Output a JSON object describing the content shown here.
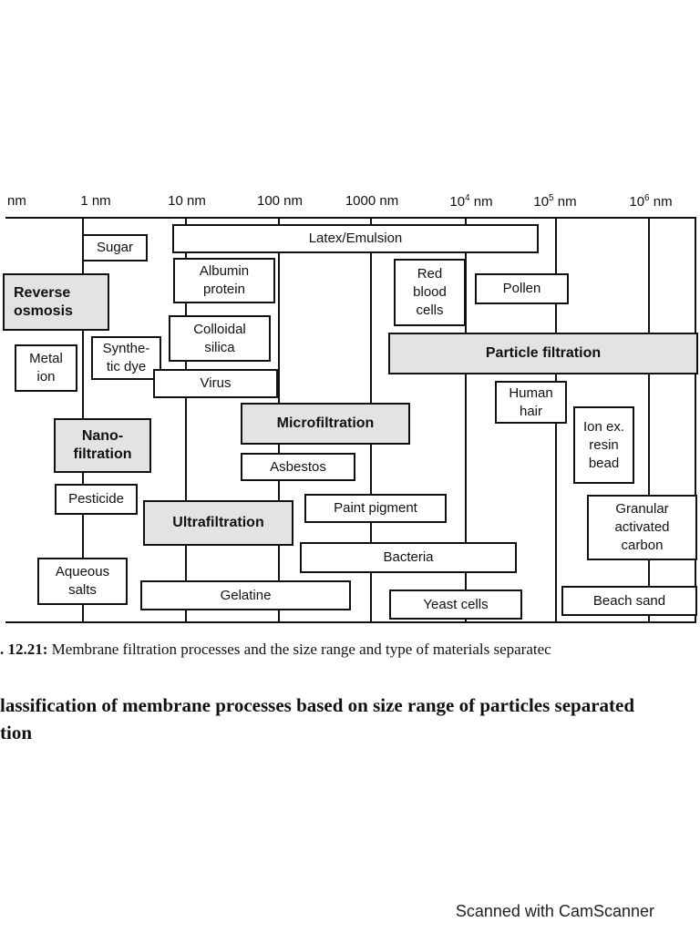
{
  "scale": {
    "labels": [
      "nm",
      "1 nm",
      "10 nm",
      "100 nm",
      "1000 nm"
    ],
    "exp_labels": [
      {
        "base": "10",
        "exp": "4",
        "unit": "nm"
      },
      {
        "base": "10",
        "exp": "5",
        "unit": "nm"
      },
      {
        "base": "10",
        "exp": "6",
        "unit": "nm"
      }
    ]
  },
  "processes": {
    "reverse_osmosis": "Reverse\nosmosis",
    "nanofiltration": "Nano-\nfiltration",
    "ultrafiltration": "Ultrafiltration",
    "microfiltration": "Microfiltration",
    "particle_filtration": "Particle filtration"
  },
  "materials": {
    "sugar": "Sugar",
    "latex": "Latex/Emulsion",
    "albumin": "Albumin\nprotein",
    "red_blood": "Red\nblood\ncells",
    "pollen": "Pollen",
    "colloidal_silica": "Colloidal\nsilica",
    "metal_ion": "Metal\nion",
    "synthetic_dye": "Synthe-\ntic dye",
    "virus": "Virus",
    "human_hair": "Human\nhair",
    "ion_exchange": "Ion ex.\nresin\nbead",
    "asbestos": "Asbestos",
    "pesticide": "Pesticide",
    "paint_pigment": "Paint pigment",
    "granular_carbon": "Granular\nactivated\ncarbon",
    "bacteria": "Bacteria",
    "aqueous_salts": "Aqueous\nsalts",
    "gelatine": "Gelatine",
    "yeast": "Yeast cells",
    "beach_sand": "Beach sand"
  },
  "captions": {
    "figure_number": ". 12.21:",
    "figure_text": " Membrane filtration processes and the size range and type of materials separatec",
    "heading_line1": "lassification of membrane processes based on size range of particles separated",
    "heading_line2": "tion"
  },
  "watermark": "Scanned with CamScanner"
}
